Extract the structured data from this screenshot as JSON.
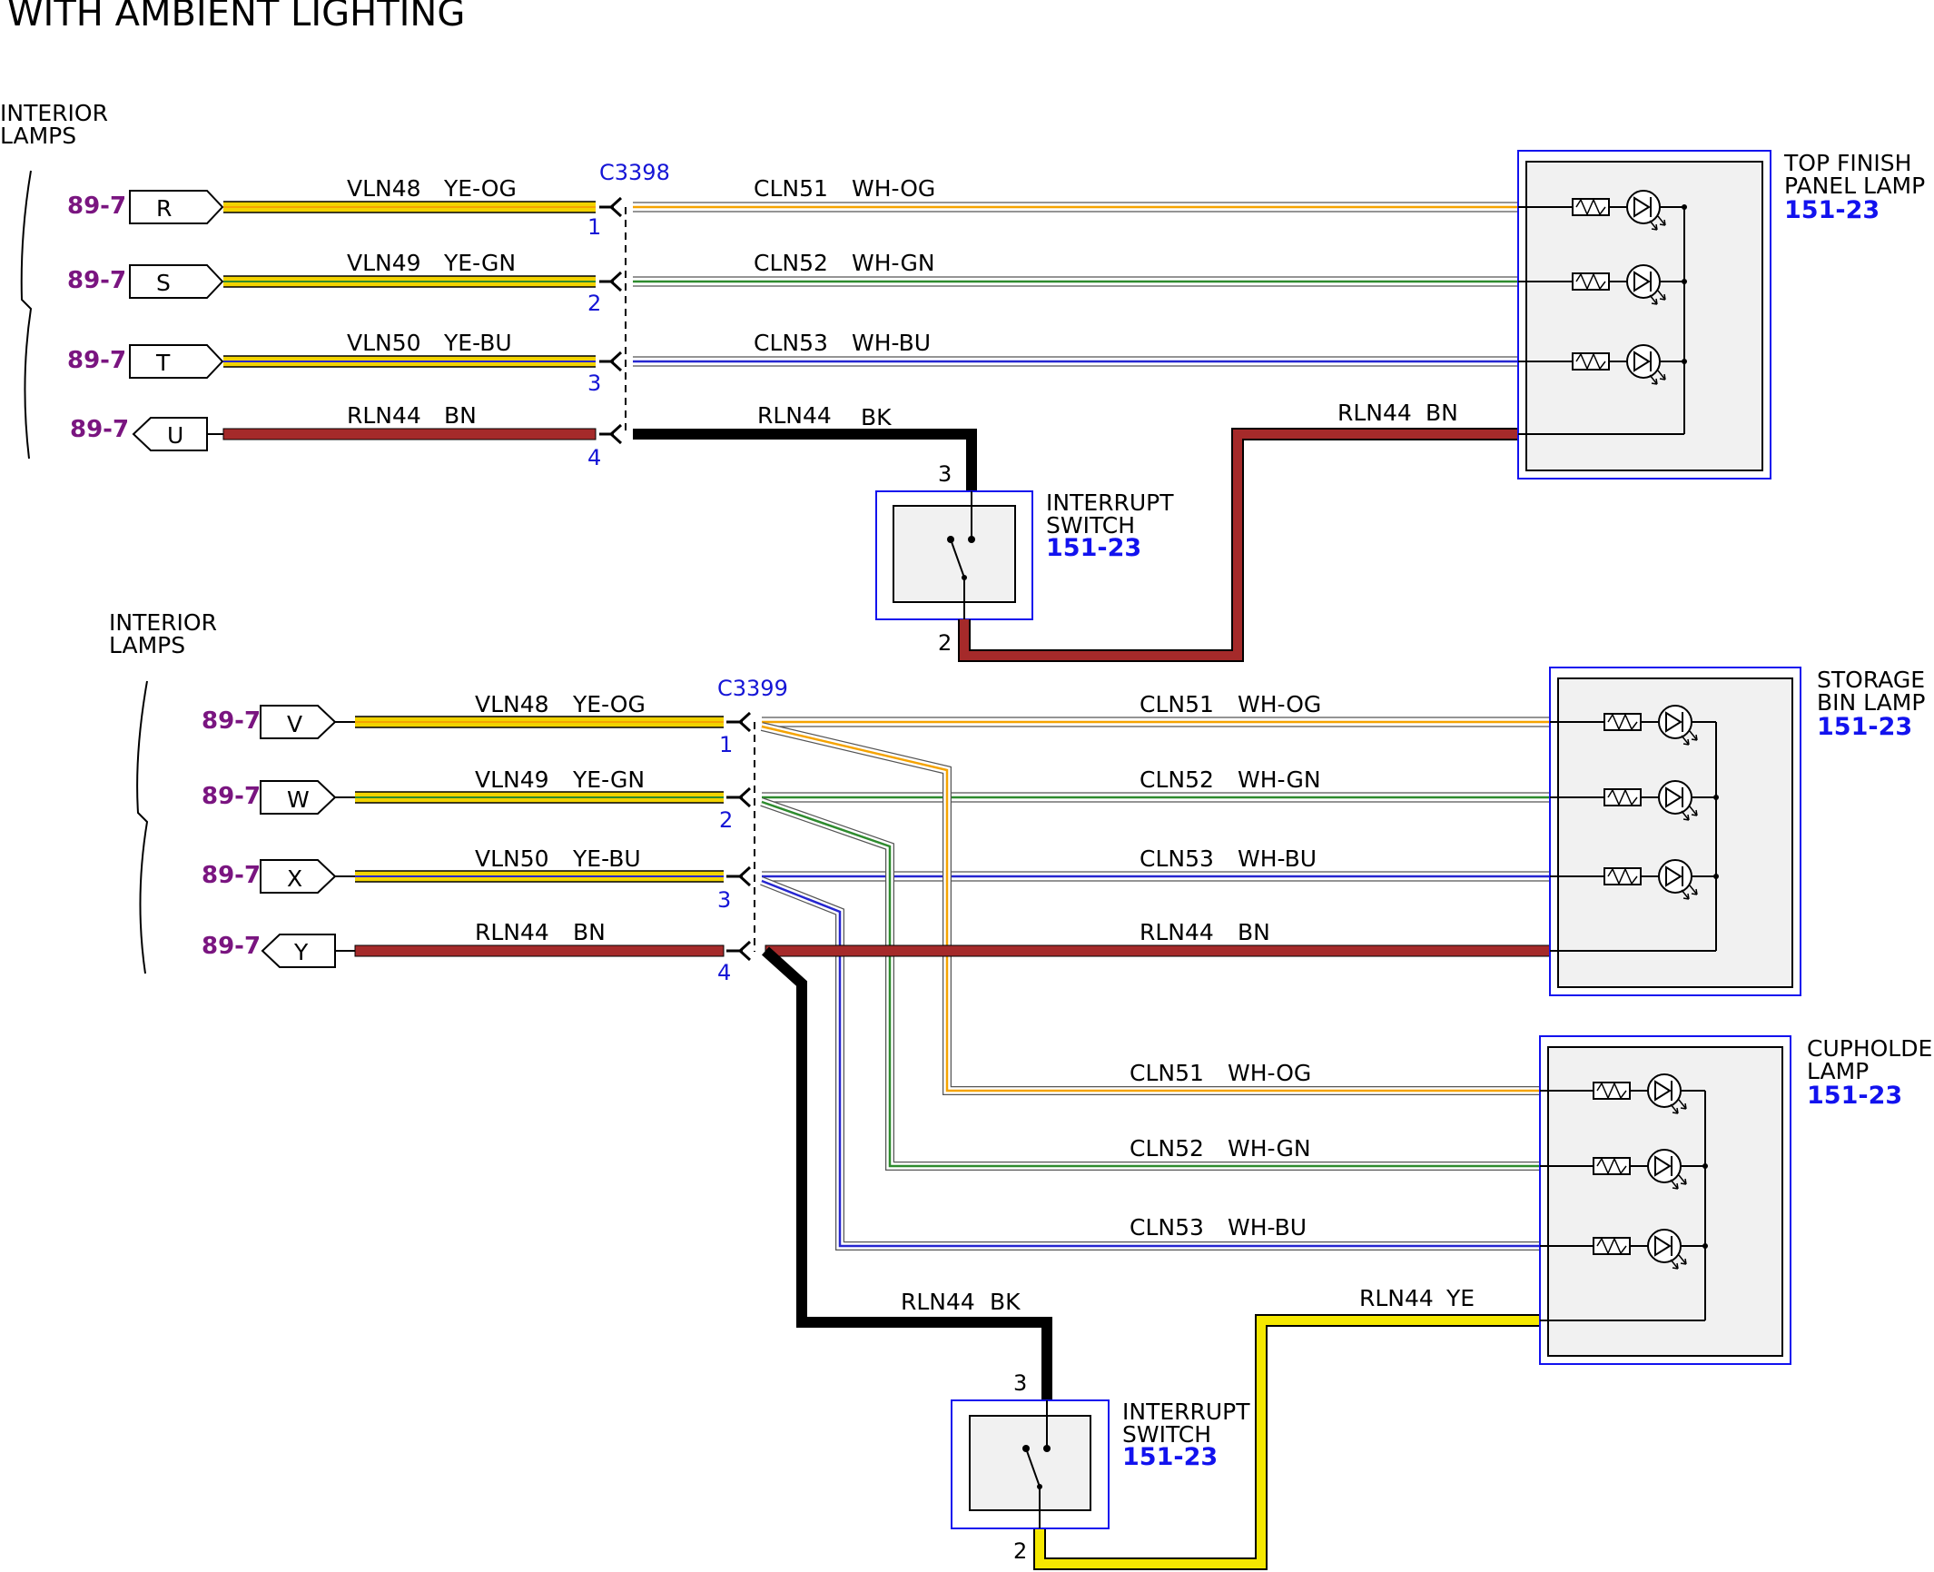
{
  "title": "WITH AMBIENT LIGHTING",
  "colors": {
    "ye_og": [
      "#f2d300",
      "#000000",
      "#f5a300"
    ],
    "ye_gn": [
      "#f2d300",
      "#000000",
      "#2e8b2e"
    ],
    "ye_bu": [
      "#f2d300",
      "#000000",
      "#2626d0"
    ],
    "wh_og": [
      "#ffffff",
      "#f5a300",
      "#ffffff"
    ],
    "wh_gn": [
      "#ffffff",
      "#2e8b2e",
      "#ffffff"
    ],
    "wh_bu": [
      "#ffffff",
      "#2626d0",
      "#ffffff"
    ],
    "bn": "#a52a2a",
    "bk": "#000000",
    "ye": "#f5e800",
    "ref": "#7a1580",
    "component_blue": "#1212ee"
  },
  "top": {
    "source_label": [
      "INTERIOR",
      "LAMPS"
    ],
    "connector": "C3398",
    "pins": [
      {
        "ref": "89-7",
        "terminal": "R",
        "pin": "1",
        "left_circuit": "VLN48",
        "left_color": "YE-OG",
        "right_circuit": "CLN51",
        "right_color": "WH-OG"
      },
      {
        "ref": "89-7",
        "terminal": "S",
        "pin": "2",
        "left_circuit": "VLN49",
        "left_color": "YE-GN",
        "right_circuit": "CLN52",
        "right_color": "WH-GN"
      },
      {
        "ref": "89-7",
        "terminal": "T",
        "pin": "3",
        "left_circuit": "VLN50",
        "left_color": "YE-BU",
        "right_circuit": "CLN53",
        "right_color": "WH-BU"
      },
      {
        "ref": "89-7",
        "terminal": "U",
        "pin": "4",
        "left_circuit": "RLN44",
        "left_color": "BN",
        "right_circuit": "RLN44",
        "right_color": "BK"
      }
    ],
    "return_circuit": "RLN44",
    "return_color": "BN",
    "switch": {
      "name": [
        "INTERRUPT",
        "SWITCH"
      ],
      "ref": "151-23",
      "pin_in": "3",
      "pin_out": "2"
    },
    "lamp": {
      "name": [
        "TOP FINISH",
        "PANEL LAMP"
      ],
      "ref": "151-23"
    }
  },
  "bottom": {
    "source_label": [
      "INTERIOR",
      "LAMPS"
    ],
    "connector": "C3399",
    "pins": [
      {
        "ref": "89-7",
        "terminal": "V",
        "pin": "1",
        "left_circuit": "VLN48",
        "left_color": "YE-OG",
        "right_circuit": "CLN51",
        "right_color": "WH-OG"
      },
      {
        "ref": "89-7",
        "terminal": "W",
        "pin": "2",
        "left_circuit": "VLN49",
        "left_color": "YE-GN",
        "right_circuit": "CLN52",
        "right_color": "WH-GN"
      },
      {
        "ref": "89-7",
        "terminal": "X",
        "pin": "3",
        "left_circuit": "VLN50",
        "left_color": "YE-BU",
        "right_circuit": "CLN53",
        "right_color": "WH-BU"
      },
      {
        "ref": "89-7",
        "terminal": "Y",
        "pin": "4",
        "left_circuit": "RLN44",
        "left_color": "BN",
        "right_circuit": "RLN44",
        "right_color": "BN"
      }
    ],
    "storage_lamp": {
      "name": [
        "STORAGE",
        "BIN LAMP"
      ],
      "ref": "151-23"
    },
    "cupholder_lamp": {
      "name": [
        "CUPHOLDER",
        "LAMP"
      ],
      "ref": "151-23"
    },
    "cup_wires": [
      {
        "circuit": "CLN51",
        "color": "WH-OG"
      },
      {
        "circuit": "CLN52",
        "color": "WH-GN"
      },
      {
        "circuit": "CLN53",
        "color": "WH-BU"
      }
    ],
    "switch_feed": {
      "circuit": "RLN44",
      "color": "BK"
    },
    "switch_return": {
      "circuit": "RLN44",
      "color": "YE"
    },
    "switch": {
      "name": [
        "INTERRUPT",
        "SWITCH"
      ],
      "ref": "151-23",
      "pin_in": "3",
      "pin_out": "2"
    }
  }
}
